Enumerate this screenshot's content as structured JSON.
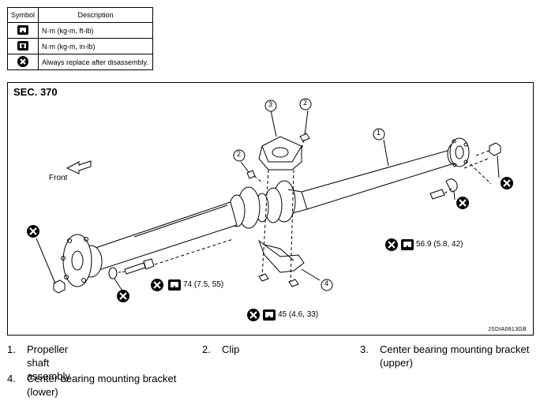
{
  "legend": {
    "header_symbol": "Symbol",
    "header_description": "Description",
    "rows": [
      {
        "icon": "torque-wrench-icon",
        "description": "N·m (kg-m, ft-lb)"
      },
      {
        "icon": "torque-wrench-small-icon",
        "description": "N·m (kg-m, in-lb)"
      },
      {
        "icon": "always-replace-icon",
        "description": "Always replace after disassembly."
      }
    ]
  },
  "diagram": {
    "section": "SEC. 370",
    "front_label": "Front",
    "code": "JSDIA0813GB",
    "torques": {
      "front_bolt": "74 (7.5, 55)",
      "rear_bolt": "56.9 (5.8, 42)",
      "bracket_nut": "45 (4.6, 33)"
    },
    "callouts": [
      "1",
      "2",
      "2",
      "3",
      "4"
    ]
  },
  "items": [
    {
      "num": "1.",
      "text": "Propeller shaft assembly"
    },
    {
      "num": "2.",
      "text": "Clip"
    },
    {
      "num": "3.",
      "text": "Center bearing mounting bracket",
      "text2": "(upper)"
    },
    {
      "num": "4.",
      "text": "Center bearing mounting bracket",
      "text2": "(lower)"
    }
  ]
}
